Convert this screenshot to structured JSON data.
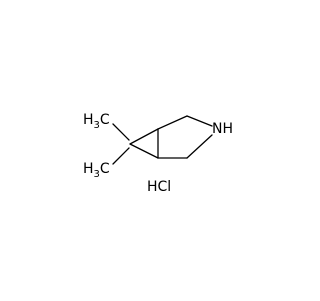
{
  "molecule": {
    "methyl_upper": {
      "element": "H",
      "count": "3",
      "attached": "C"
    },
    "methyl_lower": {
      "element": "H",
      "count": "3",
      "attached": "C"
    },
    "amine": "NH",
    "salt": "HCl"
  },
  "colors": {
    "background": "#ffffff",
    "ink": "#000000"
  }
}
